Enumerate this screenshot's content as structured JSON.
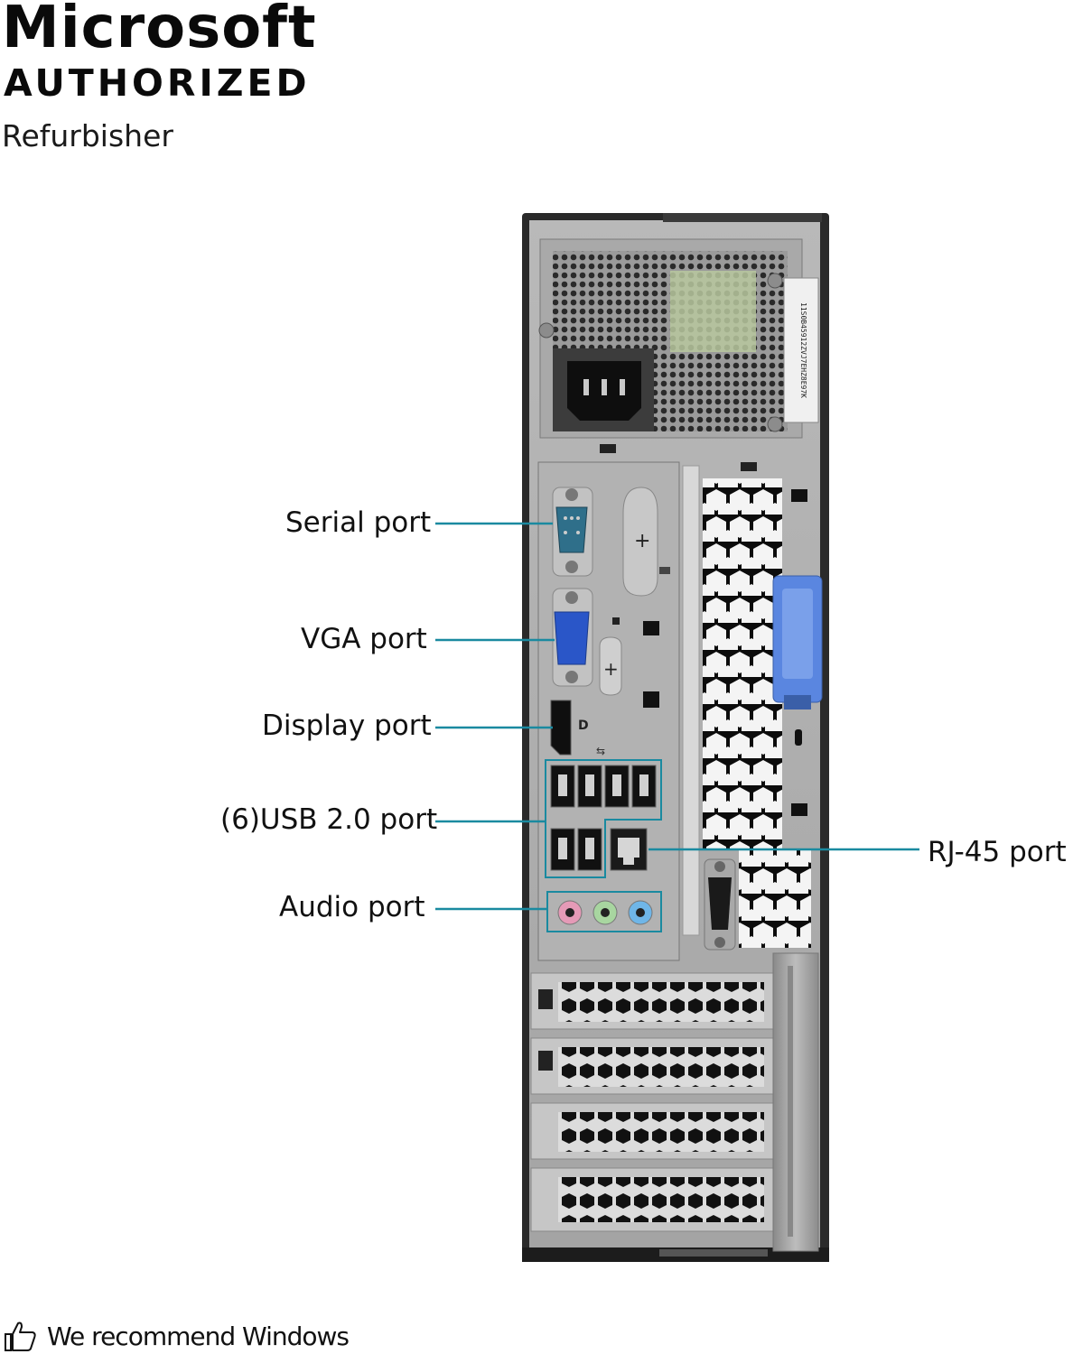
{
  "brand": {
    "line1": "Microsoft",
    "line2": "AUTHORIZED",
    "line3": "Refurbisher"
  },
  "callouts": {
    "serial": "Serial port",
    "vga": "VGA port",
    "display": "Display port",
    "usb": "(6)USB 2.0 port",
    "audio": "Audio port",
    "rj45": "RJ-45 port"
  },
  "case_label": "11S0B45912ZVJ7EHZ8E97K",
  "footer": {
    "icon": "thumbs-up-icon",
    "text": "We recommend Windows"
  },
  "colors": {
    "callout_line": "#1a8aa0",
    "vga_blue": "#2a56c8",
    "serial_teal": "#2f6f8a",
    "latch_blue": "#5a86e0",
    "audio_pink": "#e59ab7",
    "audio_green": "#a8d6a0",
    "audio_blue": "#6fb6e8"
  }
}
